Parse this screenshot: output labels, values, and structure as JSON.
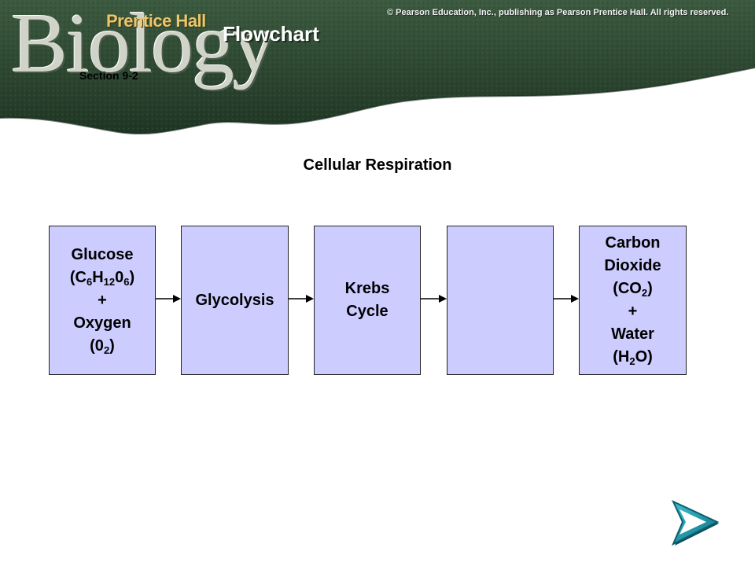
{
  "header": {
    "logo_text": "Biology",
    "publisher": "Prentice Hall",
    "copyright": "© Pearson Education, Inc., publishing as Pearson Prentice Hall. All rights reserved.",
    "slide_title": "Flowchart",
    "section": "Section 9-2"
  },
  "diagram": {
    "title": "Cellular Respiration",
    "boxes": [
      {
        "lines": [
          [
            "Glucose"
          ],
          [
            "(C",
            "6",
            "H",
            "12",
            "0",
            "6",
            ")"
          ],
          [
            "+"
          ],
          [
            "Oxygen"
          ],
          [
            "(0",
            "2",
            ")"
          ]
        ]
      },
      {
        "lines": [
          [
            "Glycolysis"
          ]
        ]
      },
      {
        "lines": [
          [
            "Krebs"
          ],
          [
            "Cycle"
          ]
        ]
      },
      {
        "lines": []
      },
      {
        "lines": [
          [
            "Carbon"
          ],
          [
            "Dioxide"
          ],
          [
            "(CO",
            "2",
            ")"
          ],
          [
            "+"
          ],
          [
            "Water"
          ],
          [
            "(H",
            "2",
            "O)"
          ]
        ]
      }
    ]
  },
  "colors": {
    "box_fill": "#ccccff",
    "banner_green": "#2f4a33",
    "nav_button": "#1a8a9c"
  },
  "navigation": {
    "next_icon": "next-arrow-icon"
  }
}
